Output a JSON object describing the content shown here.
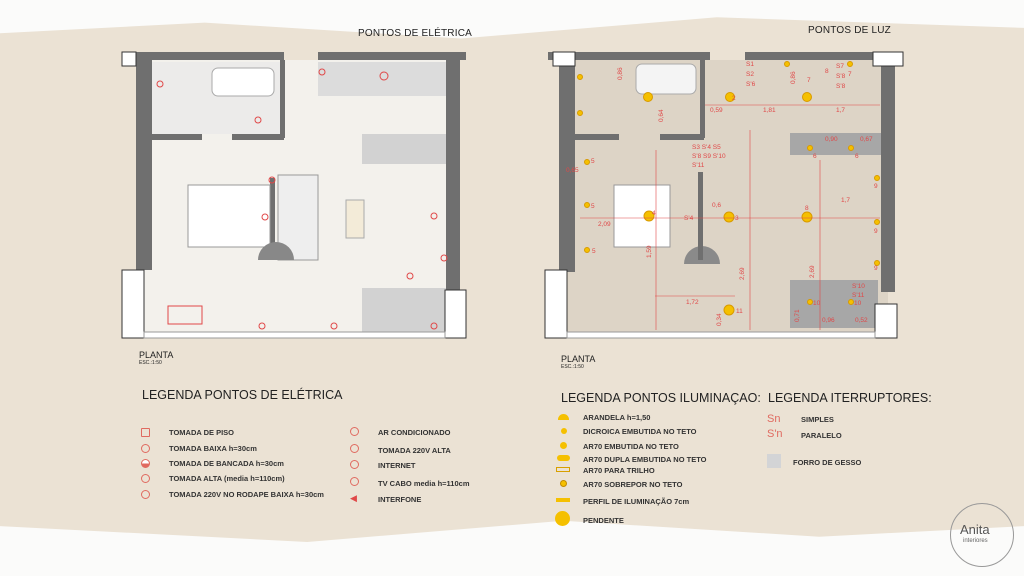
{
  "plans": {
    "electric_title": "PONTOS DE ELÉTRICA",
    "light_title": "PONTOS DE LUZ",
    "left_caption": "PLANTA",
    "left_scale": "ESC.:1:50",
    "right_caption": "PLANTA",
    "right_scale": "ESC.:1:50",
    "right_labels": [
      "0,86",
      "S1",
      "S2",
      "S'6",
      "S7",
      "S'8",
      "S'8",
      "7",
      "8",
      "7",
      "0,59",
      "1,81",
      "1,7",
      "0,90",
      "0,67",
      "S3 S'4 S5",
      "S'8 S9 S'10",
      "S'11",
      "6",
      "6",
      "5",
      "0,65",
      "5",
      "2,09",
      "4",
      "S'4",
      "0,6",
      "3",
      "8",
      "1,7",
      "9",
      "9",
      "5",
      "1,59",
      "2,69",
      "2,69",
      "9",
      "S'10",
      "S'11",
      "1,72",
      "10",
      "10",
      "11",
      "0,34",
      "0,71",
      "0,96",
      "0,52",
      "0,64",
      "0,86",
      "2"
    ]
  },
  "legend_electric": {
    "title": "LEGENDA PONTOS DE ELÉTRICA",
    "col1": [
      "TOMADA DE PISO",
      "TOMADA BAIXA h=30cm",
      "TOMADA DE BANCADA h=30cm",
      "TOMADA ALTA (media h=110cm)",
      "TOMADA 220V NO RODAPE BAIXA h=30cm"
    ],
    "col2": [
      "AR CONDICIONADO",
      "TOMADA 220V ALTA",
      "INTERNET",
      "TV CABO media h=110cm",
      "INTERFONE"
    ]
  },
  "legend_light": {
    "title": "LEGENDA PONTOS ILUMINAÇAO:",
    "items": [
      "ARANDELA h=1,50",
      "DICROICA EMBUTIDA NO TETO",
      "AR70 EMBUTIDA NO TETO",
      "AR70 DUPLA EMBUTIDA NO TETO",
      "AR70 PARA TRILHO",
      "AR70 SOBREPOR NO TETO",
      "PERFIL DE ILUMINAÇÃO 7cm",
      "PENDENTE"
    ]
  },
  "legend_switch": {
    "title": "LEGENDA ITERRUPTORES:",
    "items": [
      {
        "symbol": "Sn",
        "label": "SIMPLES"
      },
      {
        "symbol": "S'n",
        "label": "PARALELO"
      }
    ],
    "ceiling_label": "FORRO DE GESSO"
  },
  "logo": {
    "name": "Anita",
    "sub": "interiores"
  },
  "colors": {
    "light": "#f5c000",
    "electric": "#e04848",
    "wall": "#6f6f6f",
    "ceiling": "#c9c9c9"
  }
}
